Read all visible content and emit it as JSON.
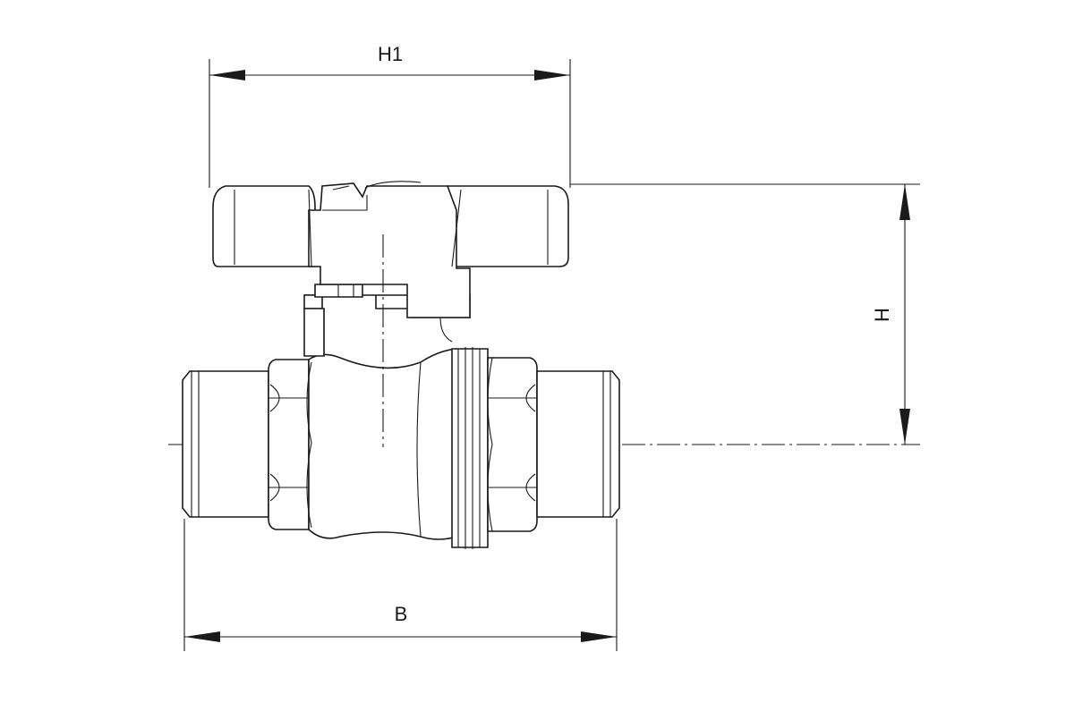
{
  "drawing": {
    "dimensions": [
      {
        "id": "h1",
        "label": "H1"
      },
      {
        "id": "h",
        "label": "H"
      },
      {
        "id": "b",
        "label": "B"
      }
    ]
  }
}
